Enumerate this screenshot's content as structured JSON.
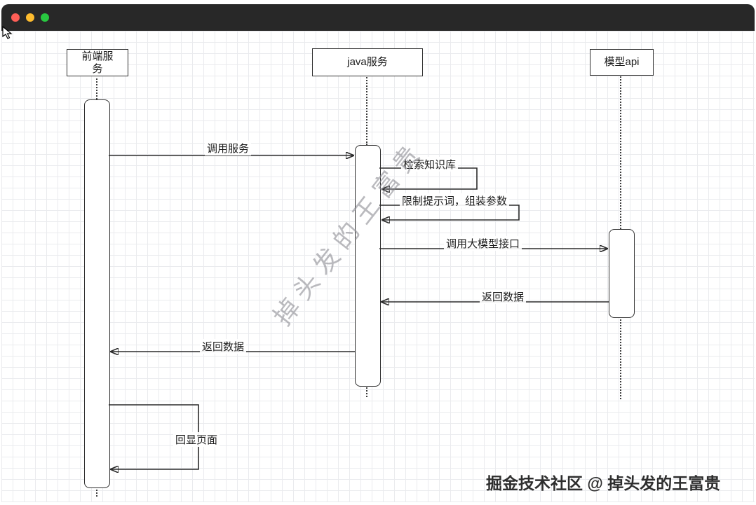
{
  "window": {
    "controls": [
      {
        "name": "close",
        "color": "#ff5f57"
      },
      {
        "name": "minimize",
        "color": "#febc2e"
      },
      {
        "name": "zoom",
        "color": "#28c840"
      }
    ],
    "titlebar_color": "#282828"
  },
  "diagram": {
    "type": "sequence",
    "participants": [
      {
        "id": "frontend",
        "label": "前端服务"
      },
      {
        "id": "java",
        "label": "java服务"
      },
      {
        "id": "model",
        "label": "模型api"
      }
    ],
    "messages": [
      {
        "label": "调用服务",
        "from": "前端服务",
        "to": "java服务",
        "kind": "call"
      },
      {
        "label": "检索知识库",
        "from": "java服务",
        "to": "java服务",
        "kind": "self"
      },
      {
        "label": "限制提示词，组装参数",
        "from": "java服务",
        "to": "java服务",
        "kind": "self"
      },
      {
        "label": "调用大模型接口",
        "from": "java服务",
        "to": "模型api",
        "kind": "call"
      },
      {
        "label": "返回数据",
        "from": "模型api",
        "to": "java服务",
        "kind": "return"
      },
      {
        "label": "返回数据",
        "from": "java服务",
        "to": "前端服务",
        "kind": "return"
      },
      {
        "label": "回显页面",
        "from": "前端服务",
        "to": "前端服务",
        "kind": "self"
      }
    ]
  },
  "watermarks": {
    "diagonal": "掉头发的王富贵",
    "footer": "掘金技术社区 @ 掉头发的王富贵"
  }
}
